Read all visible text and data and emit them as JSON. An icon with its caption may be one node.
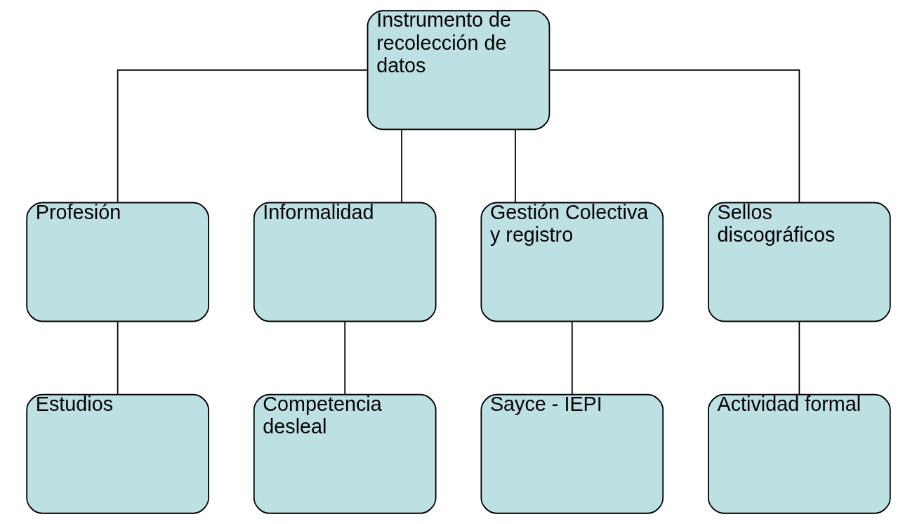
{
  "diagram": {
    "nodes": [
      {
        "text": [
          "Instrumento de recolección de datos"
        ]
      },
      {
        "text": [
          "Profesión"
        ]
      },
      {
        "text": [
          "Informalidad"
        ]
      },
      {
        "text": [
          "Gestión Colectiva y registro"
        ]
      },
      {
        "text": [
          "Sellos discográficos"
        ]
      },
      {
        "text": [
          "Estudios"
        ]
      },
      {
        "text": [
          "Competencia desleal"
        ]
      },
      {
        "text": [
          "Sayce - IEPI"
        ]
      },
      {
        "text": [
          "Actividad formal"
        ]
      }
    ],
    "edges": [
      {
        "from": 0,
        "to": 1,
        "arrow": "none"
      },
      {
        "from": 0,
        "to": 2,
        "arrow": "none"
      },
      {
        "from": 0,
        "to": 3,
        "arrow": "none"
      },
      {
        "from": 0,
        "to": 4,
        "arrow": "none"
      },
      {
        "from": 1,
        "to": 5,
        "arrow": "none"
      },
      {
        "from": 2,
        "to": 6,
        "arrow": "none"
      },
      {
        "from": 3,
        "to": 7,
        "arrow": "none"
      },
      {
        "from": 4,
        "to": 8,
        "arrow": "none"
      }
    ]
  }
}
